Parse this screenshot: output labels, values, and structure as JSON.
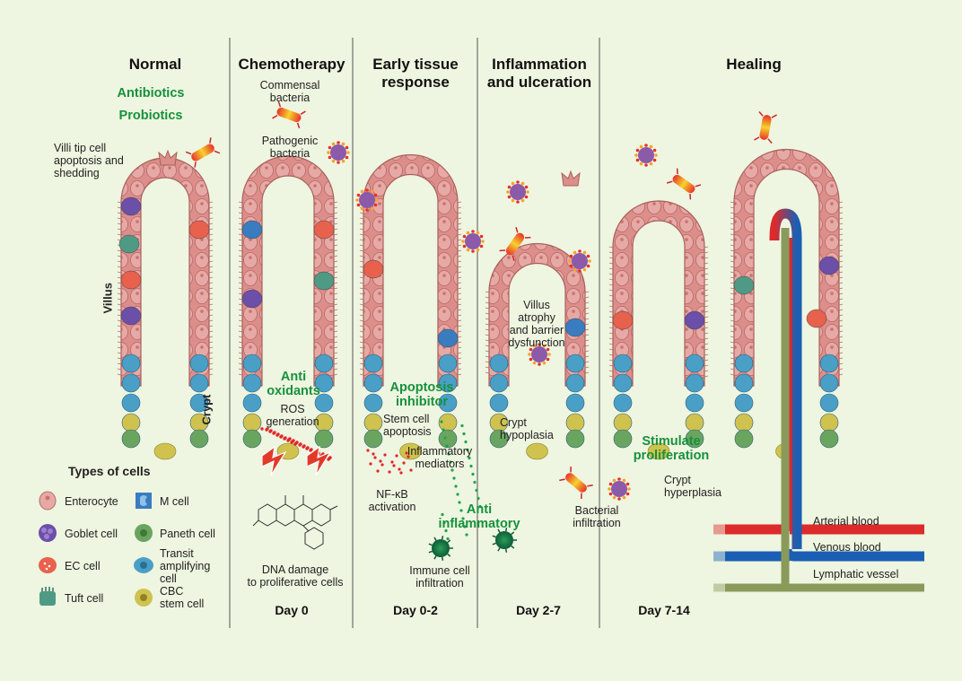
{
  "stages": {
    "normal": "Normal",
    "chemotherapy": "Chemotherapy",
    "early": "Early tissue\nresponse",
    "inflammation": "Inflammation\nand ulceration",
    "healing": "Healing"
  },
  "days": {
    "day0": "Day 0",
    "day0_2": "Day 0-2",
    "day2_7": "Day 2-7",
    "day7_14": "Day 7-14"
  },
  "treatments": {
    "antibiotics": "Antibiotics",
    "probiotics": "Probiotics",
    "antioxidants": "Anti\noxidants",
    "apoptosis_inhibitor": "Apoptosis\ninhibitor",
    "anti_inflammatory": "Anti\ninflammatory",
    "stimulate_proliferation": "Stimulate\nproliferation"
  },
  "labels": {
    "villi_tip": "Villi tip cell\napoptosis and\nshedding",
    "villus": "Villus",
    "crypt": "Crypt",
    "commensal": "Commensal\nbacteria",
    "pathogenic": "Pathogenic\nbacteria",
    "ros": "ROS\ngeneration",
    "dna_damage": "DNA damage\nto proliferative cells",
    "stem_apoptosis": "Stem cell\napoptosis",
    "inflam_mediators": "Inflammatory\nmediators",
    "nfkb": "NF-κB\nactivation",
    "immune_infiltration": "Immune cell\ninfiltration",
    "villus_atrophy": "Villus\natrophy\nand barrier\ndysfunction",
    "crypt_hypoplasia": "Crypt\nhypoplasia",
    "bacterial_infiltration": "Bacterial\ninfiltration",
    "crypt_hyperplasia": "Crypt\nhyperplasia",
    "arterial": "Arterial blood",
    "venous": "Venous blood",
    "lymphatic": "Lymphatic vessel"
  },
  "legend": {
    "title": "Types of cells",
    "enterocyte": "Enterocyte",
    "m_cell": "M cell",
    "goblet": "Goblet cell",
    "paneth": "Paneth cell",
    "ec": "EC cell",
    "transit": "Transit\namplifying\ncell",
    "tuft": "Tuft cell",
    "cbc": "CBC\nstem cell"
  },
  "colors": {
    "background": "#eef5e0",
    "treatment_text": "#16913d",
    "enterocyte": "#d98a87",
    "goblet": "#6b4fa8",
    "ec_cell": "#e8614c",
    "tuft": "#4f9a85",
    "m_cell": "#3a7cc0",
    "paneth": "#6aa560",
    "transit": "#4a9fc7",
    "cbc_stem": "#cfc24f",
    "arterial": "#dd2a2a",
    "venous": "#1a5fb4",
    "lymphatic": "#8a9a5b"
  }
}
